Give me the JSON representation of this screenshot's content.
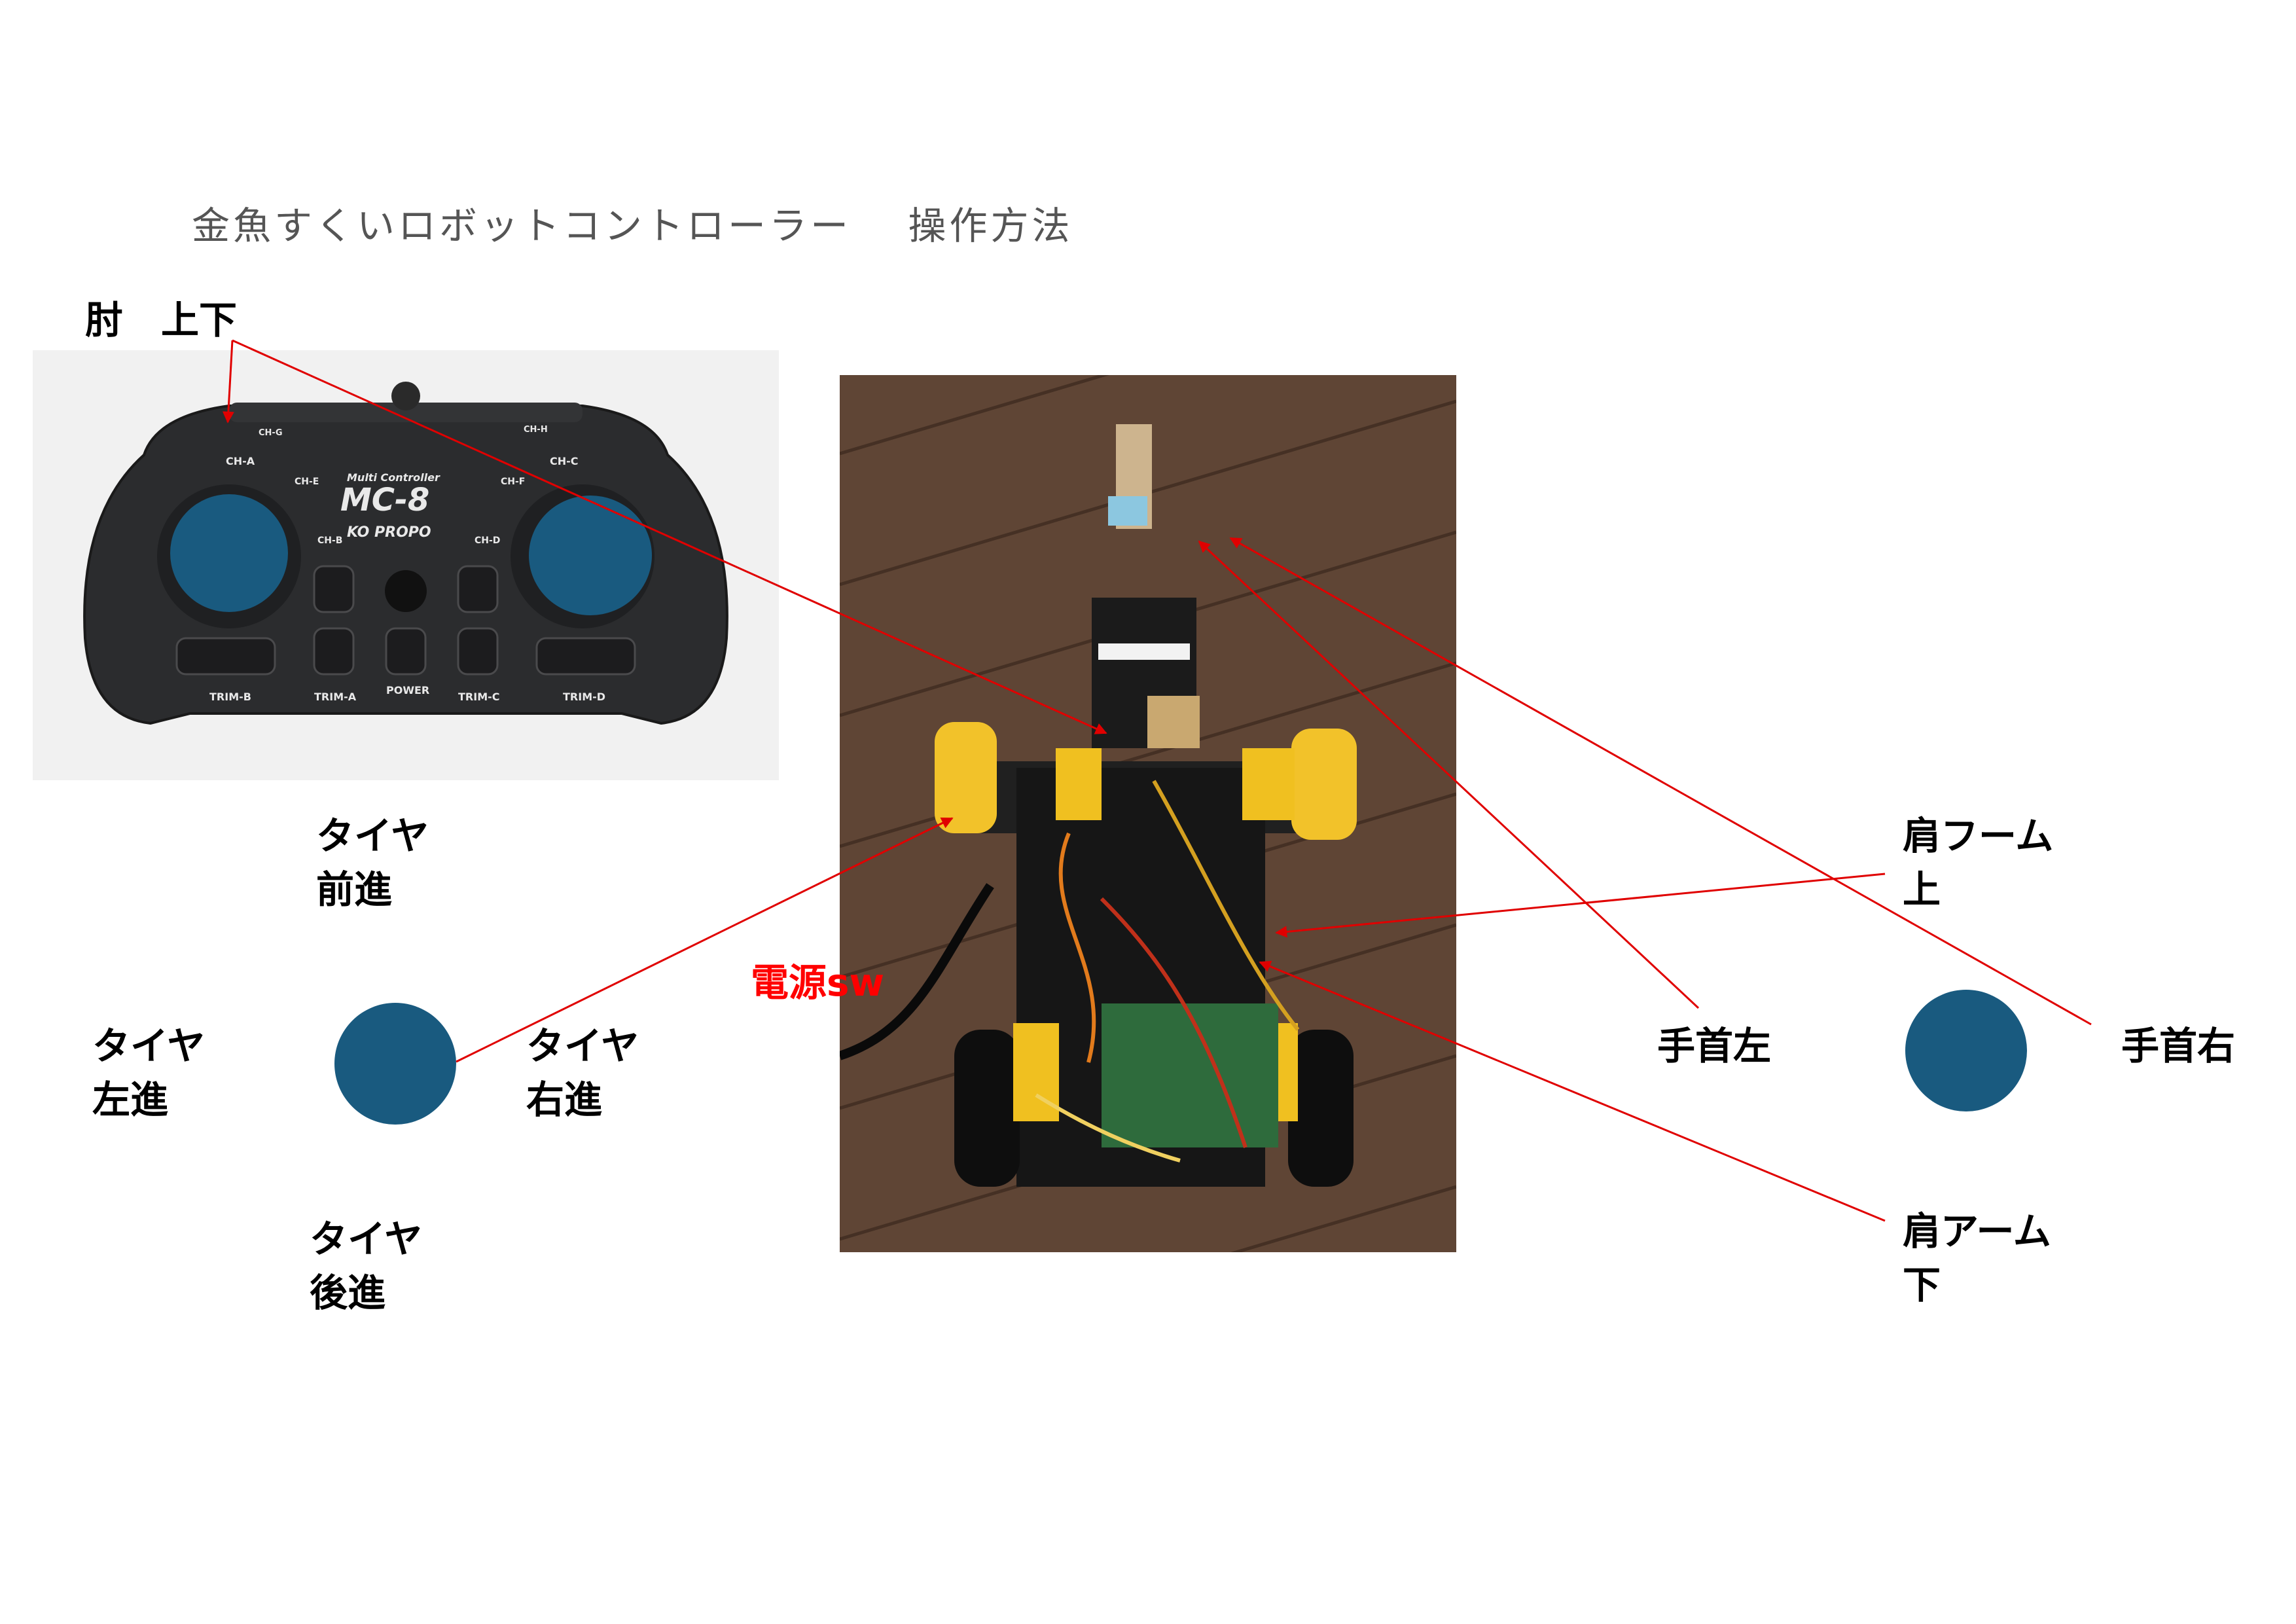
{
  "title": "金魚すくいロボットコントローラー　 操作方法",
  "labels": {
    "elbow": "肘　上下",
    "tire_forward": "タイヤ\n前進",
    "tire_left": "タイヤ\n左進",
    "tire_right": "タイヤ\n右進",
    "tire_back": "タイヤ\n後進",
    "power_sw": "電源sw",
    "wrist_left": "手首左",
    "wrist_right": "手首右",
    "shoulder_up": "肩フーム\n上",
    "shoulder_down": "肩アーム\n下"
  },
  "controller": {
    "brand_top": "Multi Controller",
    "model": "MC-8",
    "maker": "KO PROPO",
    "channels": [
      "CH-A",
      "CH-C",
      "CH-E",
      "CH-F",
      "CH-B",
      "CH-D",
      "CH-G",
      "CH-H"
    ],
    "buttons": [
      "TRIM-B",
      "TRIM-A",
      "POWER",
      "TRIM-C",
      "TRIM-D"
    ]
  },
  "colors": {
    "stick": "#195a7f",
    "leader_line": "#e00000",
    "accent_text": "#ff0000"
  }
}
